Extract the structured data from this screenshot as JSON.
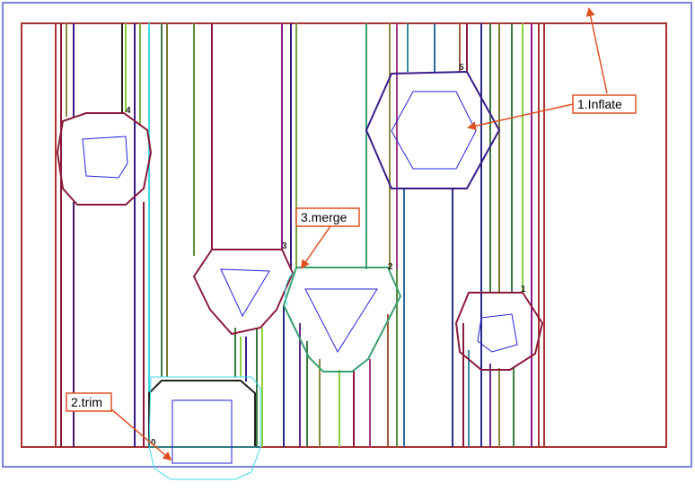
{
  "diagram": {
    "callouts": {
      "inflate": "1.Inflate",
      "trim": "2.trim",
      "merge": "3.merge"
    },
    "vertex_labels": {
      "v0": "0",
      "v1": "1",
      "v2": "2",
      "v3": "3",
      "v4": "4",
      "v5": "5"
    },
    "colors": {
      "frame": "#4a5fd0",
      "outer_rect": "#a83232",
      "callout_border": "#e05020",
      "arrow": "#e05020",
      "inner_polygon": "#2222dd",
      "trim_outline": "#40d8e8"
    }
  }
}
